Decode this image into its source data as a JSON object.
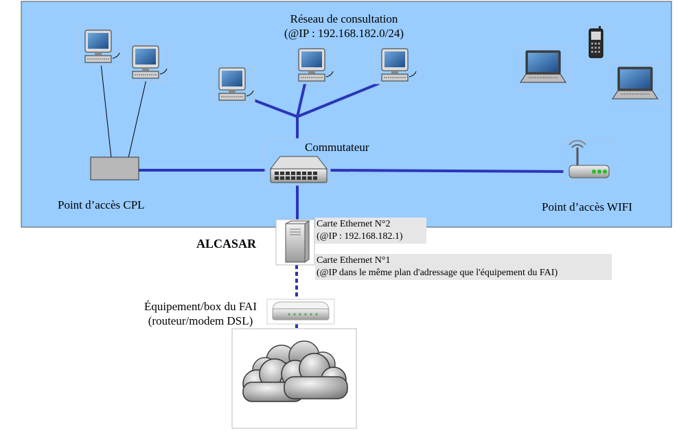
{
  "network": {
    "title_line1": "Réseau de consultation",
    "title_line2": "(@IP : 192.168.182.0/24)",
    "background_color": "#99ccff",
    "link_color": "#2b35b8"
  },
  "switch": {
    "label": "Commutateur"
  },
  "cpl": {
    "label": "Point d’accès CPL"
  },
  "wifi": {
    "label": "Point d’accès WIFI"
  },
  "alcasar": {
    "label": "ALCASAR",
    "eth2_line1": "Carte Ethernet N°2",
    "eth2_line2": "(@IP : 192.168.182.1)",
    "eth1_line1": "Carte Ethernet N°1",
    "eth1_line2": "(@IP dans le même plan d'adressage que l'équipement du FAI)"
  },
  "isp": {
    "label_line1": "Équipement/box du FAI",
    "label_line2": "(routeur/modem DSL)"
  },
  "icons": [
    "desktop-computer-icon",
    "laptop-icon",
    "mobile-phone-icon",
    "switch-icon",
    "wifi-router-icon",
    "server-icon",
    "dsl-modem-icon",
    "internet-cloud-icon"
  ]
}
